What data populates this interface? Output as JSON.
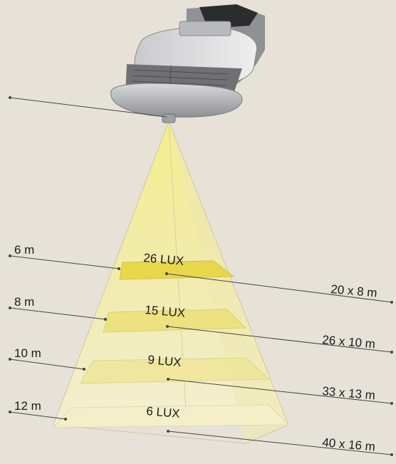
{
  "levels": [
    {
      "height": "6 m",
      "lux": "26 LUX",
      "area": "20 x 8 m"
    },
    {
      "height": "8 m",
      "lux": "15 LUX",
      "area": "26 x 10 m"
    },
    {
      "height": "10 m",
      "lux": "9 LUX",
      "area": "33 x 13 m"
    },
    {
      "height": "12 m",
      "lux": "6 LUX",
      "area": "40 x 16 m"
    }
  ],
  "colors": {
    "background": "#e7e2d8",
    "light_cone": "#f3ec9a",
    "plane_bright": "#e6d84a",
    "luminaire_body": "#a9aaac"
  },
  "icons": {
    "luminaire": "street-light-luminaire-icon"
  }
}
